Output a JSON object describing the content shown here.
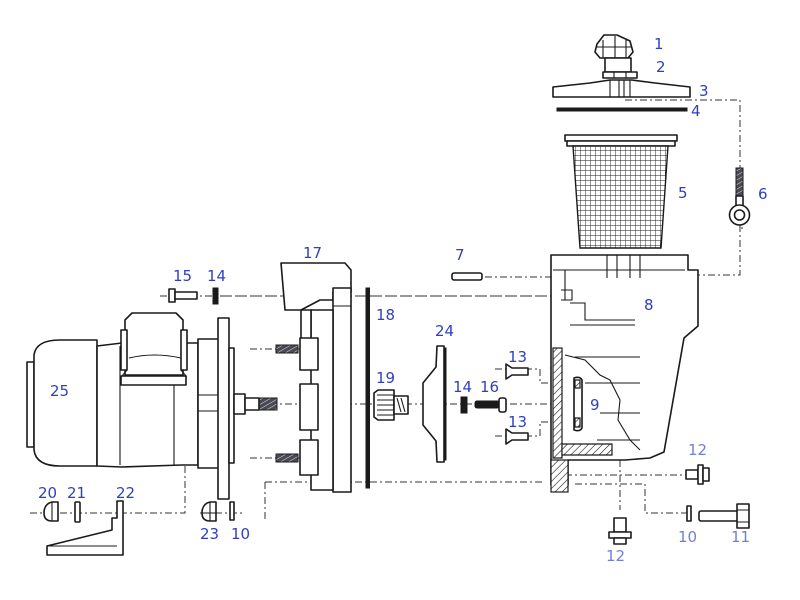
{
  "diagram": {
    "type": "exploded-view parts diagram",
    "subject": "pool pump with strainer basket",
    "label_color": "#2f3fbf",
    "label_color_light": "#7080d8",
    "line_color": "#1a1a1a"
  },
  "labels": {
    "l1": "1",
    "l2": "2",
    "l3": "3",
    "l4": "4",
    "l5": "5",
    "l6": "6",
    "l7": "7",
    "l8": "8",
    "l9": "9",
    "l10a": "10",
    "l10b": "10",
    "l11": "11",
    "l12a": "12",
    "l12b": "12",
    "l13a": "13",
    "l13b": "13",
    "l14a": "14",
    "l14b": "14",
    "l15": "15",
    "l16": "16",
    "l17": "17",
    "l18": "18",
    "l19": "19",
    "l20": "20",
    "l21": "21",
    "l22": "22",
    "l23": "23",
    "l24": "24",
    "l25": "25"
  }
}
